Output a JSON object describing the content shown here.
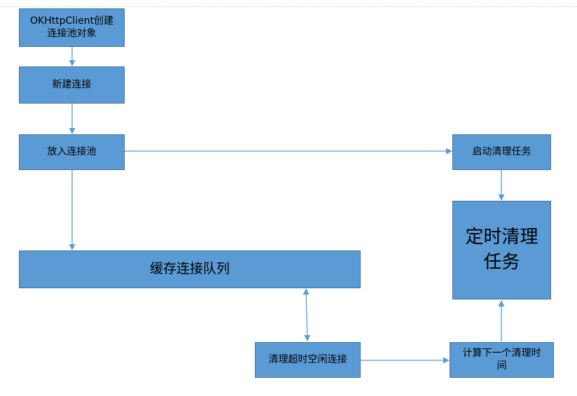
{
  "diagram": {
    "nodes": {
      "create_pool": "OKHttpClient创建\n连接池对象",
      "new_connection": "新建连接",
      "put_in_pool": "放入连接池",
      "start_cleanup": "启动清理任务",
      "scheduled_cleanup": "定时清理\n任务",
      "cache_queue": "缓存连接队列",
      "clean_idle": "清理超时空闲连接",
      "compute_next": "计算下一个清理时\n间"
    },
    "colors": {
      "node_fill": "#5b9bd5",
      "node_border": "#41719c",
      "edge": "#5b9bd5"
    }
  }
}
